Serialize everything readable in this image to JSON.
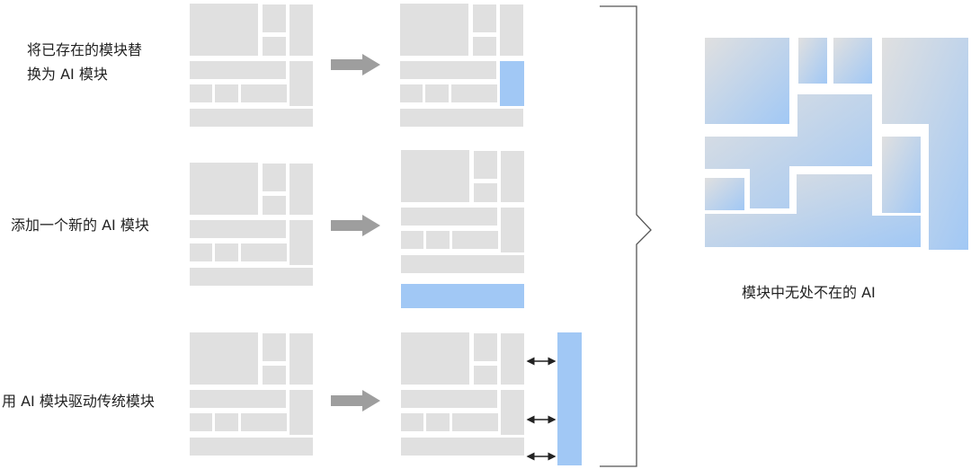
{
  "labels": {
    "replace_line1": "将已存在的模块替",
    "replace_line2": "换为 AI 模块",
    "add": "添加一个新的 AI 模块",
    "drive": "用 AI 模块驱动传统模块",
    "result": "模块中无处不在的 AI"
  },
  "colors": {
    "block": "#e0e0e0",
    "ai": "#a1c8f5",
    "arrow": "#9e9e9e"
  }
}
